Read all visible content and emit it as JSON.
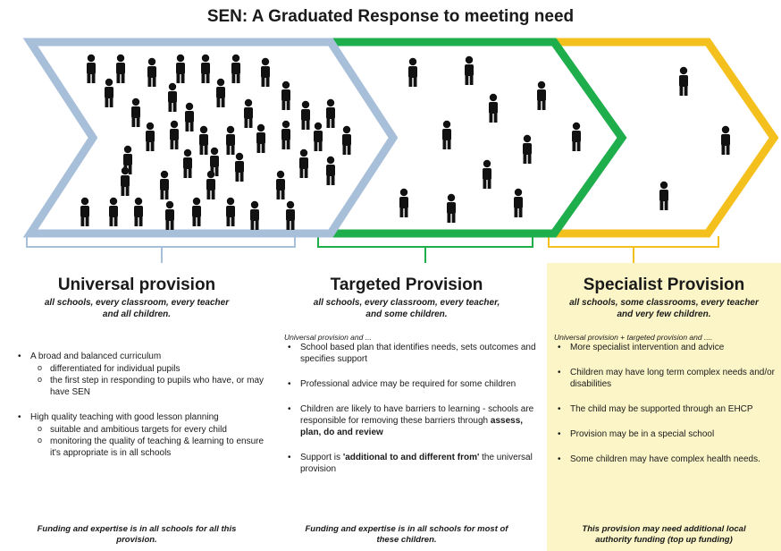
{
  "title": "SEN: A Graduated Response to meeting need",
  "colors": {
    "universal": "#a7bfd9",
    "targeted": "#1fae4c",
    "specialist": "#f4c01d",
    "universal_bg": "#dfe6ee",
    "targeted_bg": "#e5ecd9",
    "specialist_bg": "#fbf5c7"
  },
  "icons": [
    "person-icon"
  ],
  "universal": {
    "heading": "Universal provision",
    "subtitle": [
      "all schools, every classroom, every teacher",
      "and all children."
    ],
    "bullets": [
      {
        "text": "A broad and balanced curriculum",
        "subs": [
          "differentiated for individual pupils",
          "the first step in responding to pupils who have, or may have SEN"
        ]
      },
      {
        "text": "High quality teaching with good lesson planning",
        "subs": [
          "suitable and ambitious targets for every child",
          "monitoring the quality of teaching & learning to ensure it's appropriate is in all schools"
        ]
      }
    ],
    "footer": [
      "Funding and expertise is in all schools for all this",
      "provision."
    ]
  },
  "targeted": {
    "heading": "Targeted Provision",
    "subtitle": [
      "all schools, every classroom, every teacher,",
      "and some children."
    ],
    "intro": "Universal provision and ...",
    "bullets": [
      {
        "text": "School based plan that identifies needs, sets outcomes and specifies support"
      },
      {
        "text": "Professional advice may be required for some children"
      },
      {
        "text": "Children are likely to have barriers to learning - schools are responsible for removing these barriers through ",
        "bold": "assess, plan, do and review"
      },
      {
        "text": "Support is ",
        "bold": "'additional to and different from'",
        "after": " the universal provision"
      }
    ],
    "footer": [
      "Funding and expertise is in all schools for most of",
      "these children."
    ]
  },
  "specialist": {
    "heading": "Specialist Provision",
    "subtitle": [
      "all schools, some classrooms, every teacher",
      "and very few children."
    ],
    "intro": "Universal provision + targeted provision and ....",
    "bullets": [
      {
        "text": "More specialist intervention and advice"
      },
      {
        "text": "Children may have long term complex needs and/or disabilities"
      },
      {
        "text": "The child may be supported through an EHCP"
      },
      {
        "text": "Provision may be in a special school"
      },
      {
        "text": "Some children may have complex health needs."
      }
    ],
    "footer": [
      "This provision may need additional local",
      "authority funding (top up funding)"
    ]
  }
}
